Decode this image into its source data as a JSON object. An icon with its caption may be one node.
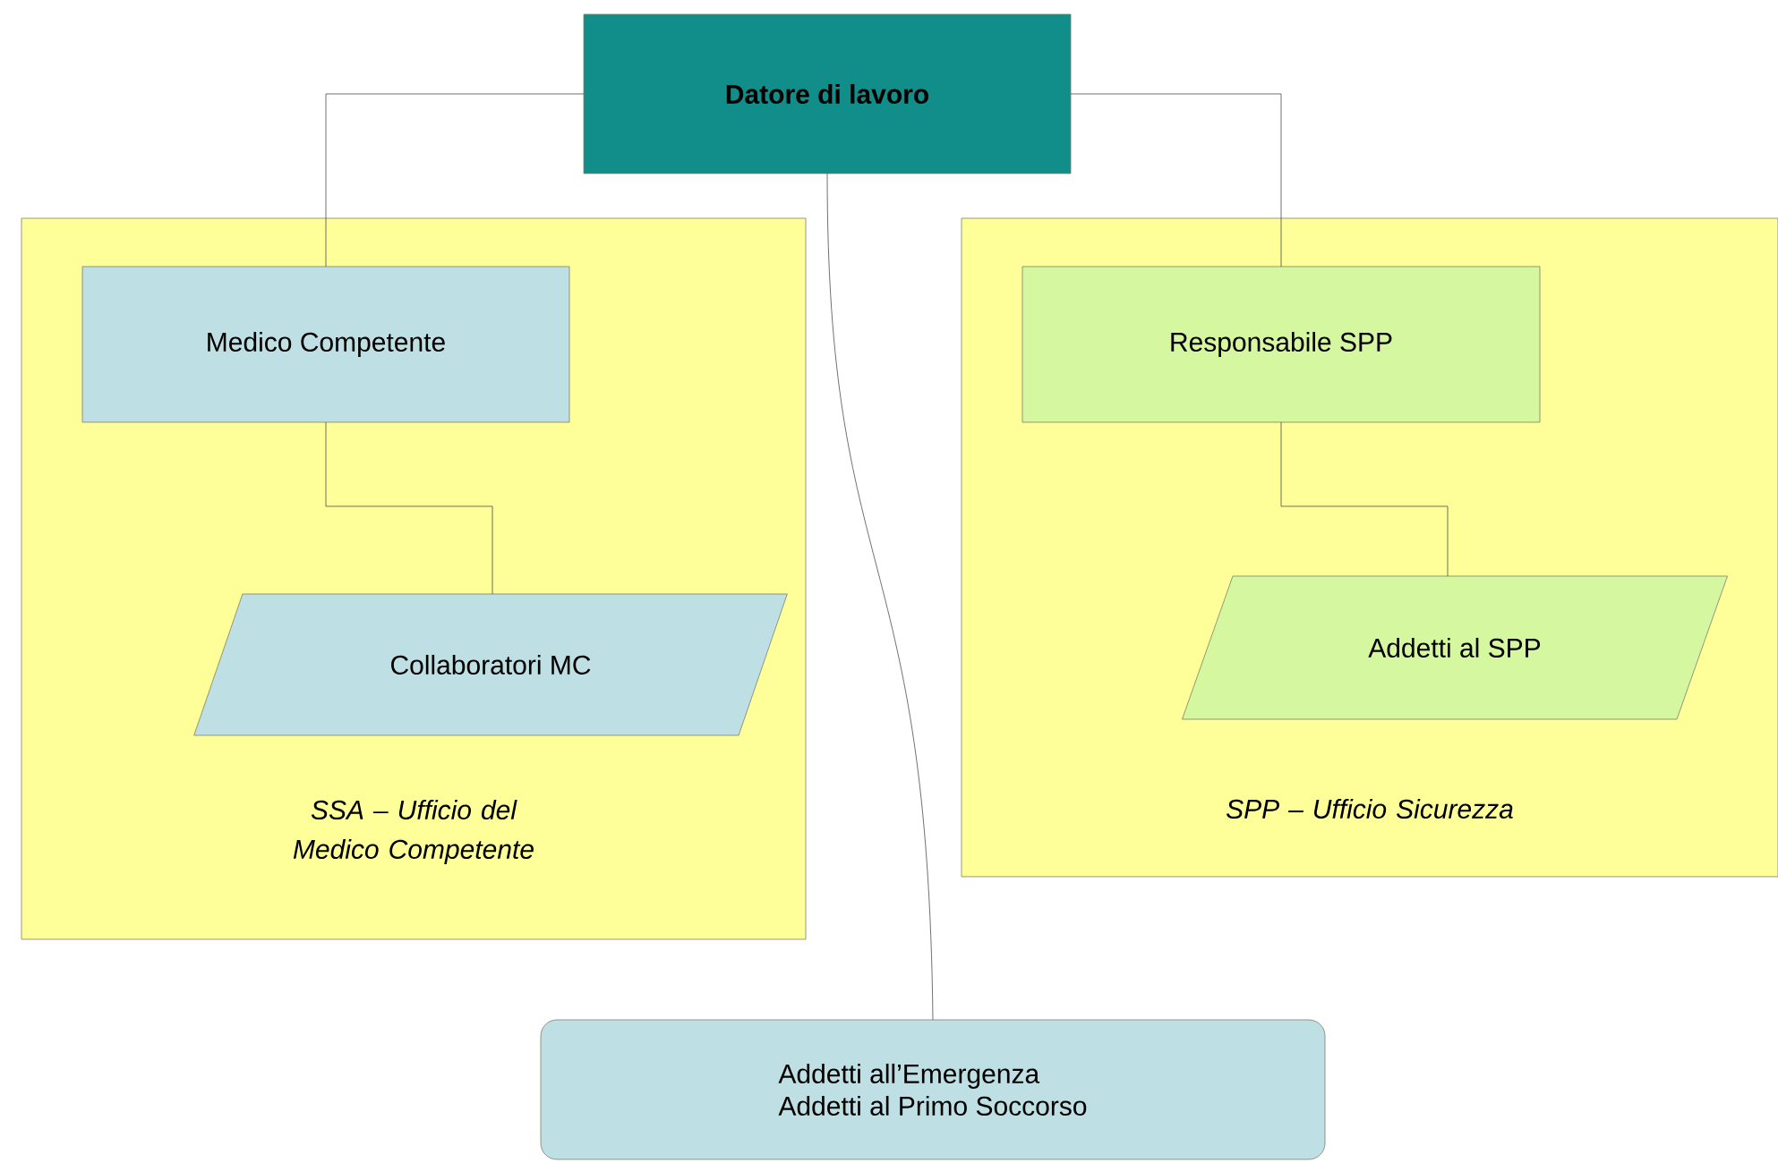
{
  "diagram": {
    "nodes": [
      {
        "text": [
          "Datore di lavoro"
        ]
      },
      {
        "text": [
          "SSA – Ufficio del Medico Competente"
        ]
      },
      {
        "text": [
          "Medico Competente"
        ],
        "in": 1
      },
      {
        "text": [
          "Collaboratori MC"
        ],
        "in": 1
      },
      {
        "text": [
          "SPP – Ufficio Sicurezza"
        ]
      },
      {
        "text": [
          "Responsabile SPP"
        ],
        "in": 4
      },
      {
        "text": [
          "Addetti al SPP"
        ],
        "in": 4
      },
      {
        "text": [
          "Addetti all’Emergenza",
          "Addetti al Primo Soccorso"
        ]
      }
    ],
    "edges": [
      {
        "from": 0,
        "to": 2,
        "arrow": "none"
      },
      {
        "from": 0,
        "to": 5,
        "arrow": "none"
      },
      {
        "from": 2,
        "to": 3,
        "arrow": "none"
      },
      {
        "from": 5,
        "to": 6,
        "arrow": "none"
      },
      {
        "from": 0,
        "to": 7,
        "arrow": "none"
      }
    ]
  }
}
